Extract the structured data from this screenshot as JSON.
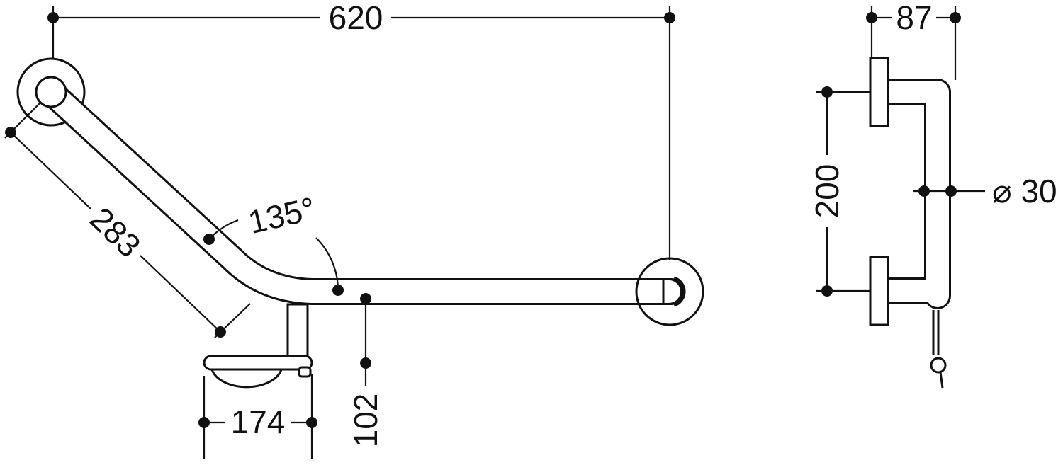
{
  "drawing": {
    "dimensions": {
      "overall_width": "620",
      "diagonal_length": "283",
      "bend_angle": "135°",
      "holder_width": "174",
      "holder_offset": "102",
      "wall_offset": "87",
      "flange_spacing": "200",
      "tube_diameter": "⌀ 30"
    },
    "colors": {
      "line": "#111111",
      "background": "#ffffff"
    }
  }
}
